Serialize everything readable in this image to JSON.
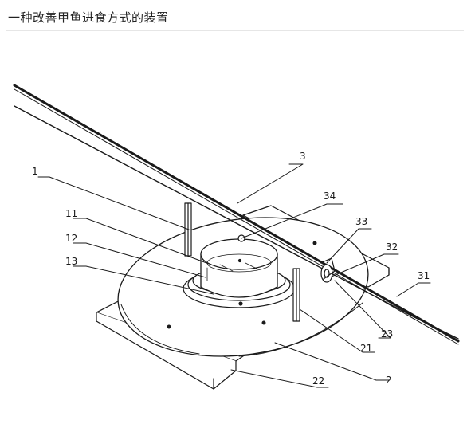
{
  "page": {
    "title": "一种改善甲鱼进食方式的装置"
  },
  "diagram": {
    "labels": {
      "l1": "1",
      "l11": "11",
      "l12": "12",
      "l13": "13",
      "l2": "2",
      "l21": "21",
      "l22": "22",
      "l23": "23",
      "l3": "3",
      "l31": "31",
      "l32": "32",
      "l33": "33",
      "l34": "34"
    }
  }
}
